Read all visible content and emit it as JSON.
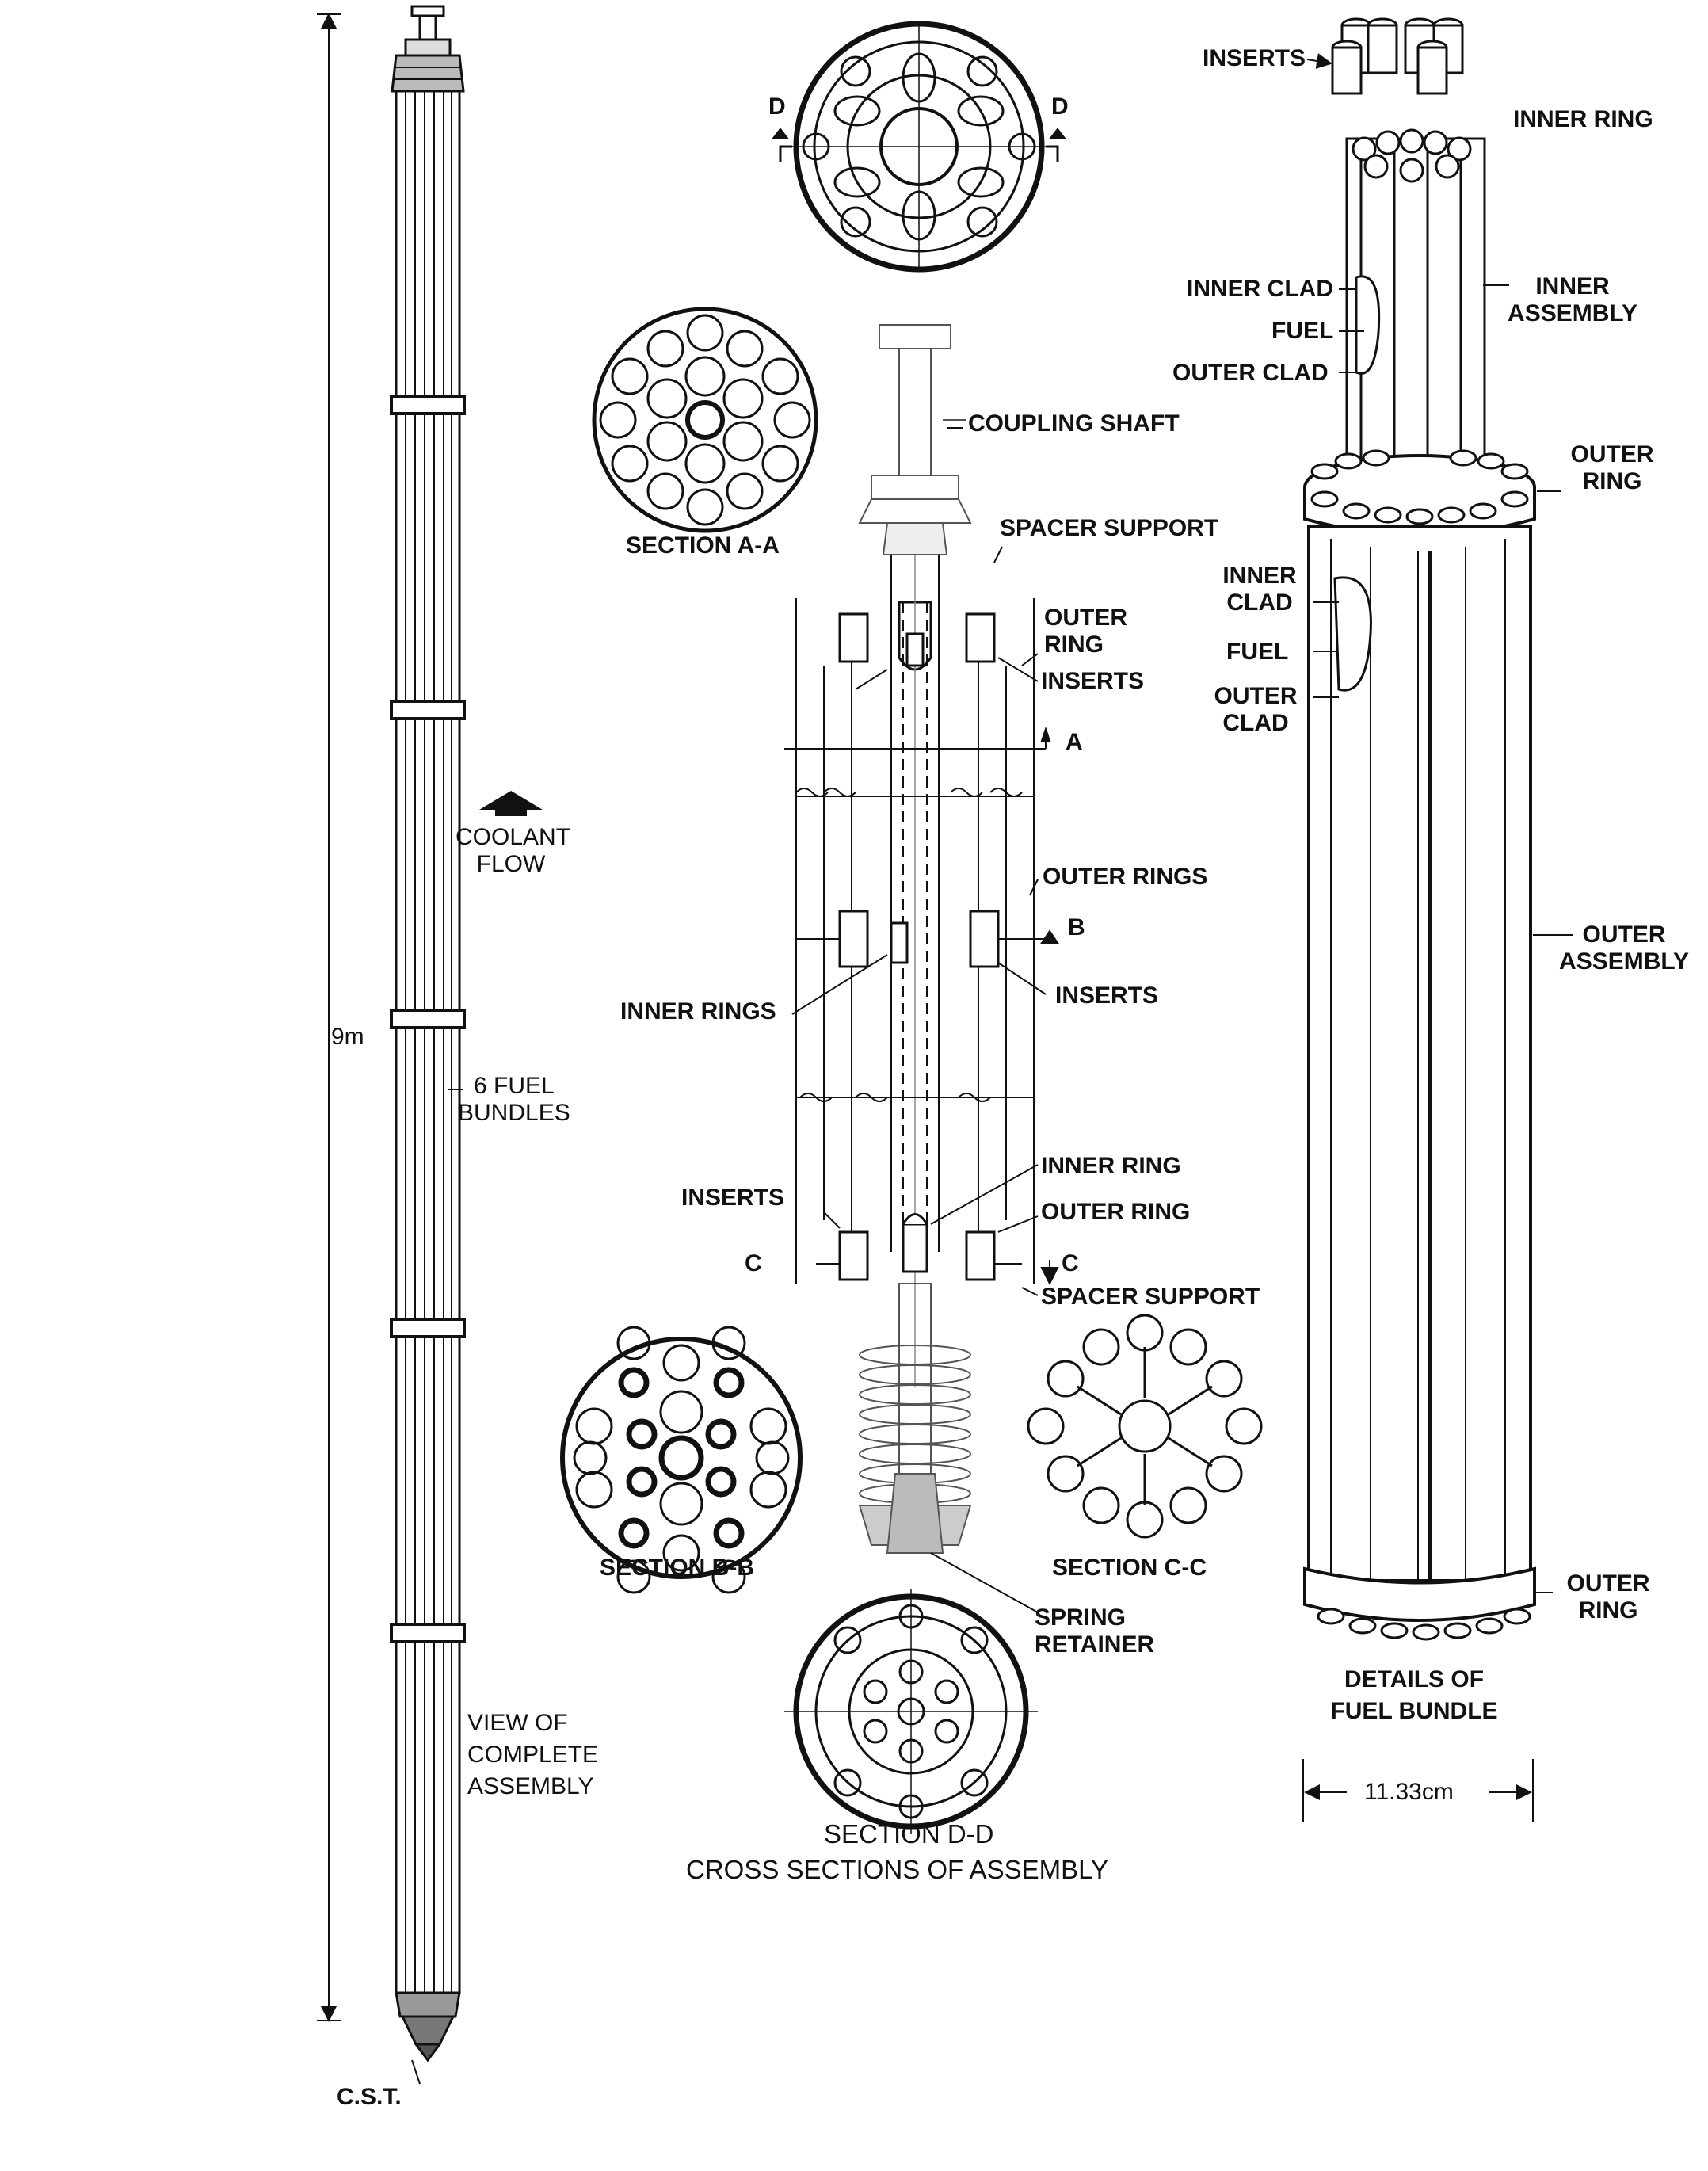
{
  "labels": {
    "dimension_length": "9m",
    "coolant_flow_1": "COOLANT",
    "coolant_flow_2": "FLOW",
    "fuel_bundles_1": "6 FUEL",
    "fuel_bundles_2": "BUNDLES",
    "view_complete_1": "VIEW OF",
    "view_complete_2": "COMPLETE",
    "view_complete_3": "ASSEMBLY",
    "cst": "C.S.T.",
    "section_d_left": "D",
    "section_d_right": "D",
    "section_aa": "SECTION A-A",
    "coupling_shaft": "COUPLING SHAFT",
    "spacer_support_top": "SPACER SUPPORT",
    "outer_ring_mid_1": "OUTER",
    "outer_ring_mid_2": "RING",
    "inserts_top": "INSERTS",
    "marker_a": "A",
    "outer_rings": "OUTER RINGS",
    "marker_b": "B",
    "inner_rings": "INNER RINGS",
    "inserts_mid": "INSERTS",
    "inner_ring_lower": "INNER RING",
    "inserts_lower": "INSERTS",
    "outer_ring_lower": "OUTER RING",
    "marker_c_left": "C",
    "marker_c_right": "C",
    "spacer_support_bottom": "SPACER SUPPORT",
    "section_bb": "SECTION B-B",
    "section_cc": "SECTION C-C",
    "spring_retainer_1": "SPRING",
    "spring_retainer_2": "RETAINER",
    "section_dd": "SECTION D-D",
    "cross_sections_title": "CROSS SECTIONS OF ASSEMBLY",
    "inserts_right": "INSERTS",
    "inner_ring_right": "INNER RING",
    "inner_clad_upper": "INNER CLAD",
    "fuel_upper": "FUEL",
    "outer_clad_upper": "OUTER CLAD",
    "inner_assembly_1": "INNER",
    "inner_assembly_2": "ASSEMBLY",
    "outer_ring_right_1": "OUTER",
    "outer_ring_right_2": "RING",
    "inner_clad_lower_1": "INNER",
    "inner_clad_lower_2": "CLAD",
    "fuel_lower": "FUEL",
    "outer_clad_lower_1": "OUTER",
    "outer_clad_lower_2": "CLAD",
    "outer_assembly_1": "OUTER",
    "outer_assembly_2": "ASSEMBLY",
    "outer_ring_bottom_1": "OUTER",
    "outer_ring_bottom_2": "RING",
    "details_1": "DETAILS OF",
    "details_2": "FUEL BUNDLE",
    "width_dimension": "11.33cm"
  },
  "colors": {
    "ink": "#111111",
    "paper": "#ffffff",
    "light_line": "#777777"
  }
}
